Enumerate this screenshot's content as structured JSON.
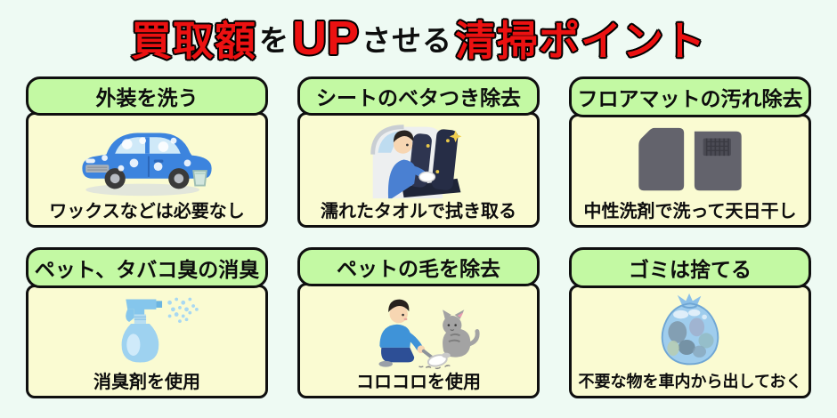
{
  "title": {
    "part1": "買取額",
    "part2": "を",
    "part3": "UP",
    "part4": "させる",
    "part5": "清掃ポイント"
  },
  "colors": {
    "page_background": "#eefaf3",
    "title_red": "#ec1111",
    "title_black": "#0d0d0d",
    "card_header_green": "#c3f9a3",
    "card_body_yellow": "#fafbd2",
    "card_border": "#0f0f0f",
    "car_blue": "#3c84de",
    "spray_blue": "#9ed2f0",
    "bag_blue": "#99c8ec",
    "mat_gray": "#63636c"
  },
  "cards": [
    {
      "header": "外装を洗う",
      "caption": "ワックスなどは必要なし",
      "icon": "car-wash-icon"
    },
    {
      "header": "シートのベタつき除去",
      "caption": "濡れたタオルで拭き取る",
      "icon": "seat-wiping-icon"
    },
    {
      "header": "フロアマットの汚れ除去",
      "caption": "中性洗剤で洗って天日干し",
      "icon": "floor-mats-icon"
    },
    {
      "header": "ペット、タバコ臭の消臭",
      "caption": "消臭剤を使用",
      "icon": "spray-bottle-icon"
    },
    {
      "header": "ペットの毛を除去",
      "caption": "コロコロを使用",
      "icon": "lint-roller-icon"
    },
    {
      "header": "ゴミは捨てる",
      "caption": "不要な物を車内から出しておく",
      "icon": "trash-bag-icon"
    }
  ]
}
